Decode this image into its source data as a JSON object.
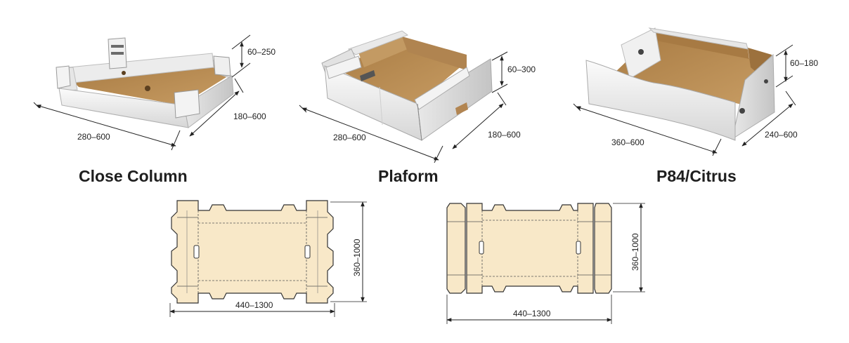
{
  "boxes": [
    {
      "title": "Close Column",
      "length_label": "280–600",
      "width_label": "180–600",
      "height_label": "60–250"
    },
    {
      "title": "Plaform",
      "length_label": "280–600",
      "width_label": "180–600",
      "height_label": "60–300"
    },
    {
      "title": "P84/Citrus",
      "length_label": "360–600",
      "width_label": "240–600",
      "height_label": "60–180"
    }
  ],
  "blanks": [
    {
      "length_label": "440–1300",
      "width_label": "360–1000"
    },
    {
      "length_label": "440–1300",
      "width_label": "360–1000"
    }
  ],
  "colors": {
    "kraft": "#b98e55",
    "kraft_dark": "#8d6633",
    "white_board": "#f2f2f2",
    "board_shadow": "#c9c9c9",
    "blank_fill": "#f8e8c8",
    "line": "#333333"
  }
}
